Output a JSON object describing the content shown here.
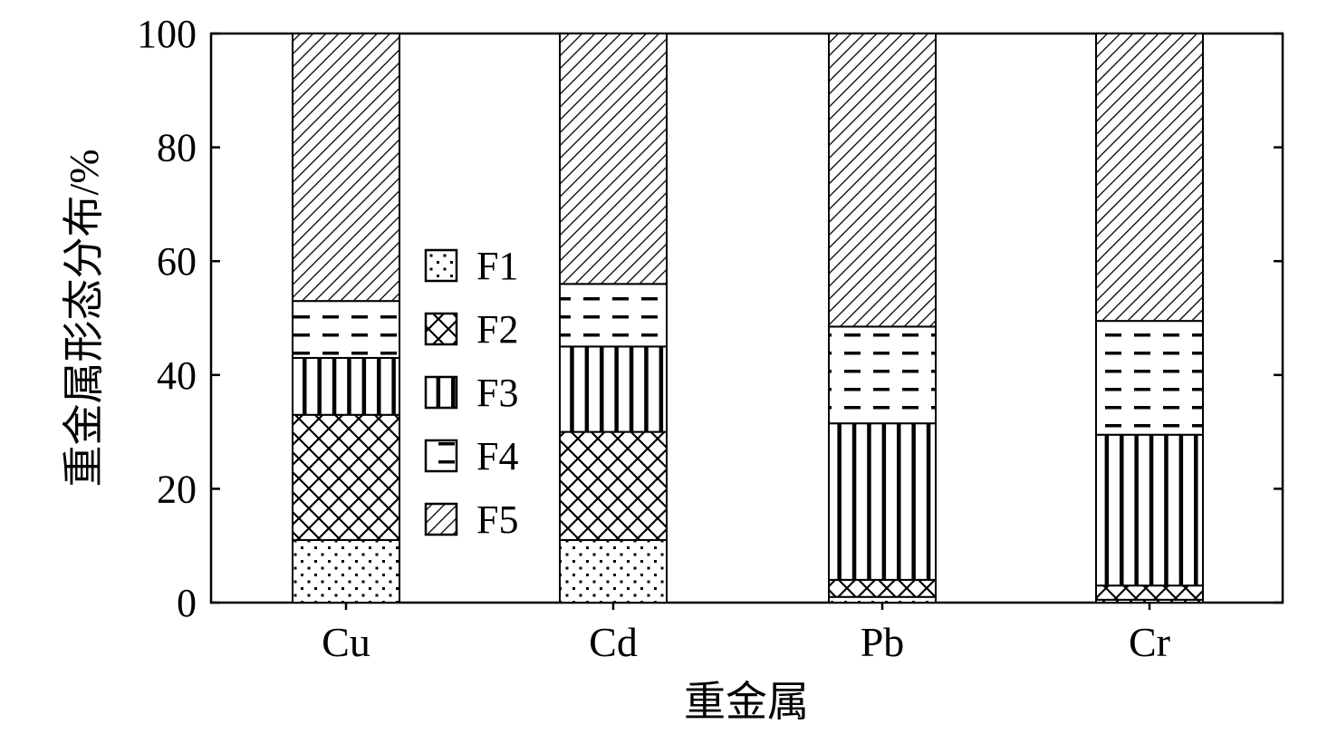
{
  "chart_data": {
    "type": "bar",
    "stacked": true,
    "title": "",
    "xlabel": "重金属",
    "ylabel": "重金属形态分布/%",
    "ylim": [
      0,
      100
    ],
    "yticks": [
      "0",
      "20",
      "40",
      "60",
      "80",
      "100"
    ],
    "categories": [
      "Cu",
      "Cd",
      "Pb",
      "Cr"
    ],
    "series": [
      {
        "name": "F1",
        "values": [
          11,
          11,
          1,
          0.5
        ]
      },
      {
        "name": "F2",
        "values": [
          22,
          19,
          3,
          2.5
        ]
      },
      {
        "name": "F3",
        "values": [
          10,
          15,
          27.5,
          26.5
        ]
      },
      {
        "name": "F4",
        "values": [
          10,
          11,
          17,
          20
        ]
      },
      {
        "name": "F5",
        "values": [
          47,
          44,
          51.5,
          50.5
        ]
      }
    ],
    "legend": {
      "position": "inside-left",
      "entries": [
        "F1",
        "F2",
        "F3",
        "F4",
        "F5"
      ],
      "patterns": [
        "dots",
        "crosshatch",
        "vertical-lines",
        "dashes",
        "diagonal-lines"
      ]
    },
    "grid": false
  }
}
